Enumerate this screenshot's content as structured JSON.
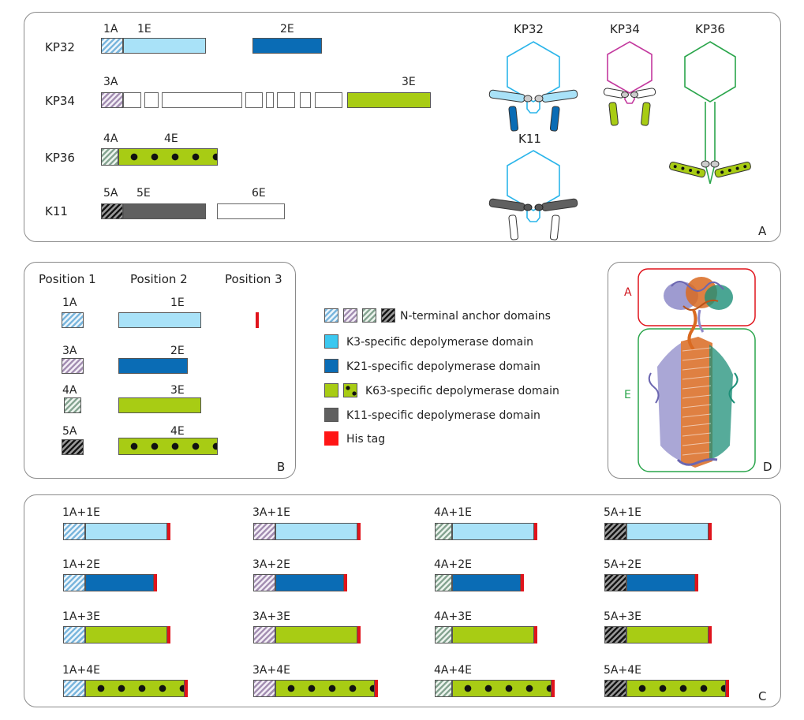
{
  "panelA": {
    "letter": "A",
    "rows": [
      {
        "phage": "KP32",
        "domains": [
          "1A",
          "1E",
          "2E"
        ]
      },
      {
        "phage": "KP34",
        "domains": [
          "3A",
          "3E"
        ]
      },
      {
        "phage": "KP36",
        "domains": [
          "4A",
          "4E"
        ]
      },
      {
        "phage": "K11",
        "domains": [
          "5A",
          "5E",
          "6E"
        ]
      }
    ],
    "phages": [
      "KP32",
      "KP34",
      "KP36",
      "K11"
    ]
  },
  "panelB": {
    "letter": "B",
    "headers": [
      "Position 1",
      "Position 2",
      "Position 3"
    ],
    "pos1": [
      "1A",
      "3A",
      "4A",
      "5A"
    ],
    "pos2": [
      "1E",
      "2E",
      "3E",
      "4E"
    ]
  },
  "legend": {
    "items": [
      "N-terminal anchor domains",
      "K3-specific depolymerase domain",
      "K21-specific depolymerase domain",
      "K63-specific depolymerase domain",
      "K11-specific depolymerase domain",
      "His tag"
    ],
    "colors": {
      "k3": "#a9e2f8",
      "k21": "#0a6cb5",
      "k63": "#a8cc14",
      "k11": "#606060",
      "his": "#e0141c"
    }
  },
  "panelD": {
    "letter": "D",
    "regions": [
      "A",
      "E"
    ]
  },
  "panelC": {
    "letter": "C",
    "constructs": [
      [
        "1A+1E",
        "3A+1E",
        "4A+1E",
        "5A+1E"
      ],
      [
        "1A+2E",
        "3A+2E",
        "4A+2E",
        "5A+2E"
      ],
      [
        "1A+3E",
        "3A+3E",
        "4A+3E",
        "5A+3E"
      ],
      [
        "1A+4E",
        "3A+4E",
        "4A+4E",
        "5A+4E"
      ]
    ]
  }
}
